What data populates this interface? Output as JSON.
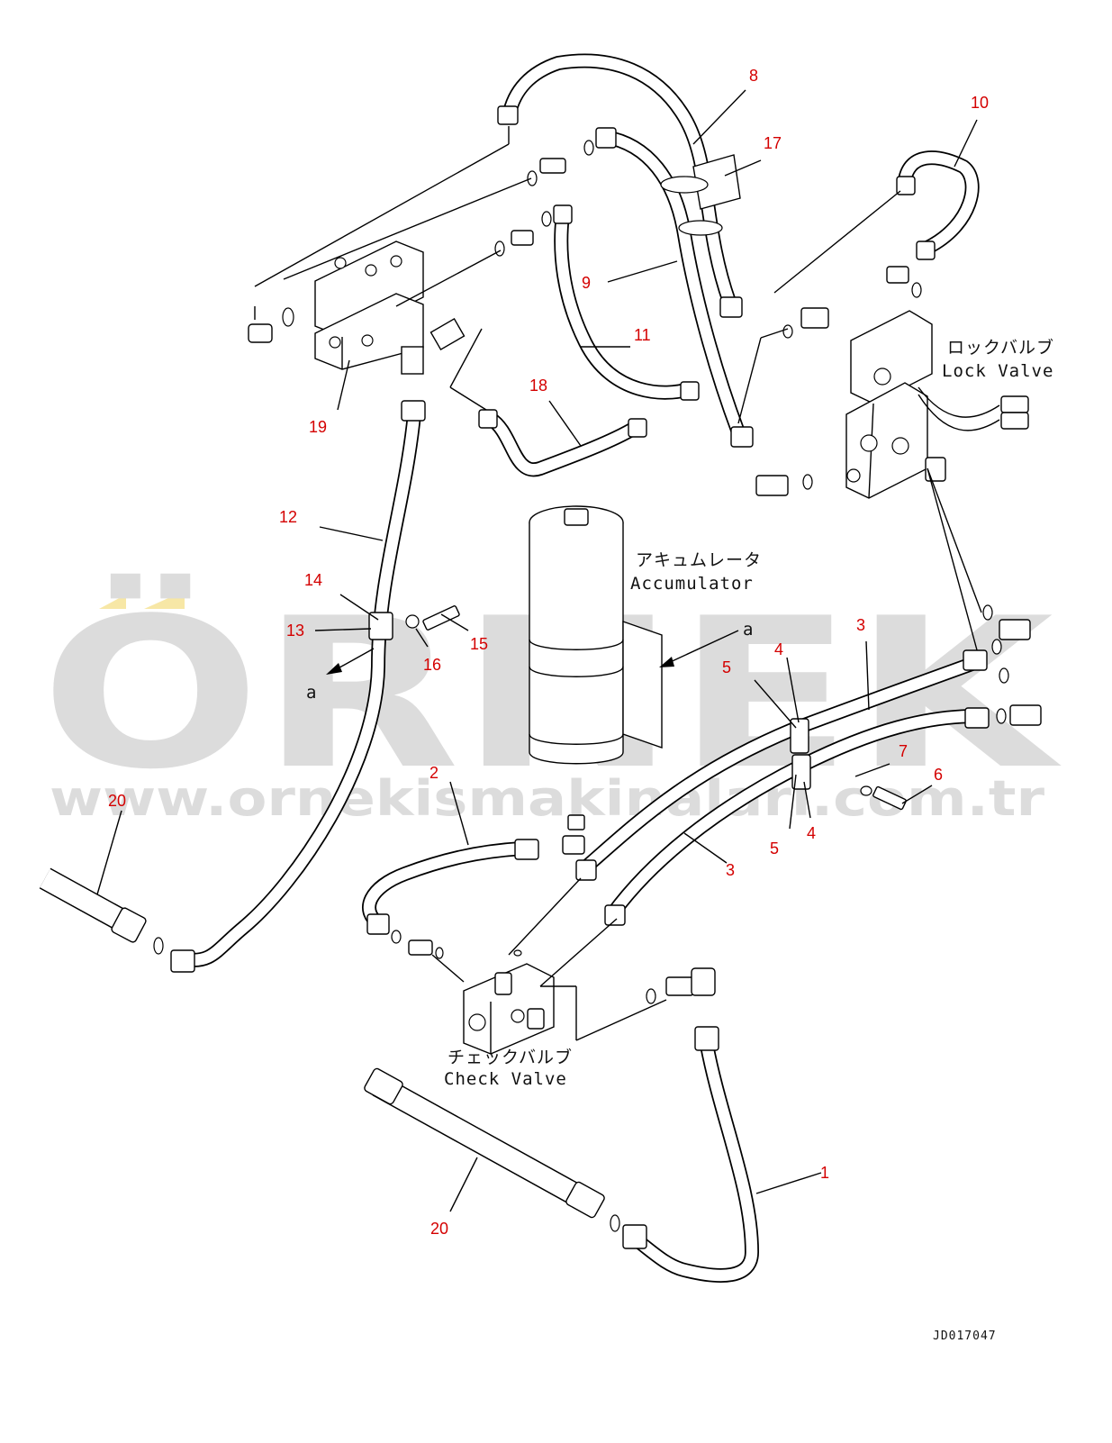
{
  "watermark": {
    "brand": "ÖRNEK",
    "url": "www.ornekismakinalari.com.tr"
  },
  "labels": {
    "lock_valve_jp": "ロックバルブ",
    "lock_valve_en": "Lock Valve",
    "accumulator_jp": "アキュムレータ",
    "accumulator_en": "Accumulator",
    "check_valve_jp": "チェックバルブ",
    "check_valve_en": "Check Valve",
    "view_a_left": "a",
    "view_a_right": "a"
  },
  "drawing_code": "JD017047",
  "callouts": {
    "n1": "1",
    "n2": "2",
    "n3a": "3",
    "n3b": "3",
    "n4a": "4",
    "n4b": "4",
    "n5a": "5",
    "n5b": "5",
    "n6": "6",
    "n7": "7",
    "n8": "8",
    "n9": "9",
    "n10": "10",
    "n11": "11",
    "n12": "12",
    "n13": "13",
    "n14": "14",
    "n15": "15",
    "n16": "16",
    "n17": "17",
    "n18": "18",
    "n19": "19",
    "n20a": "20",
    "n20b": "20"
  },
  "colors": {
    "callout": "#d40000",
    "line": "#000000",
    "watermark": "#dcdcdc",
    "watermark_accent": "#f7e7a6"
  }
}
